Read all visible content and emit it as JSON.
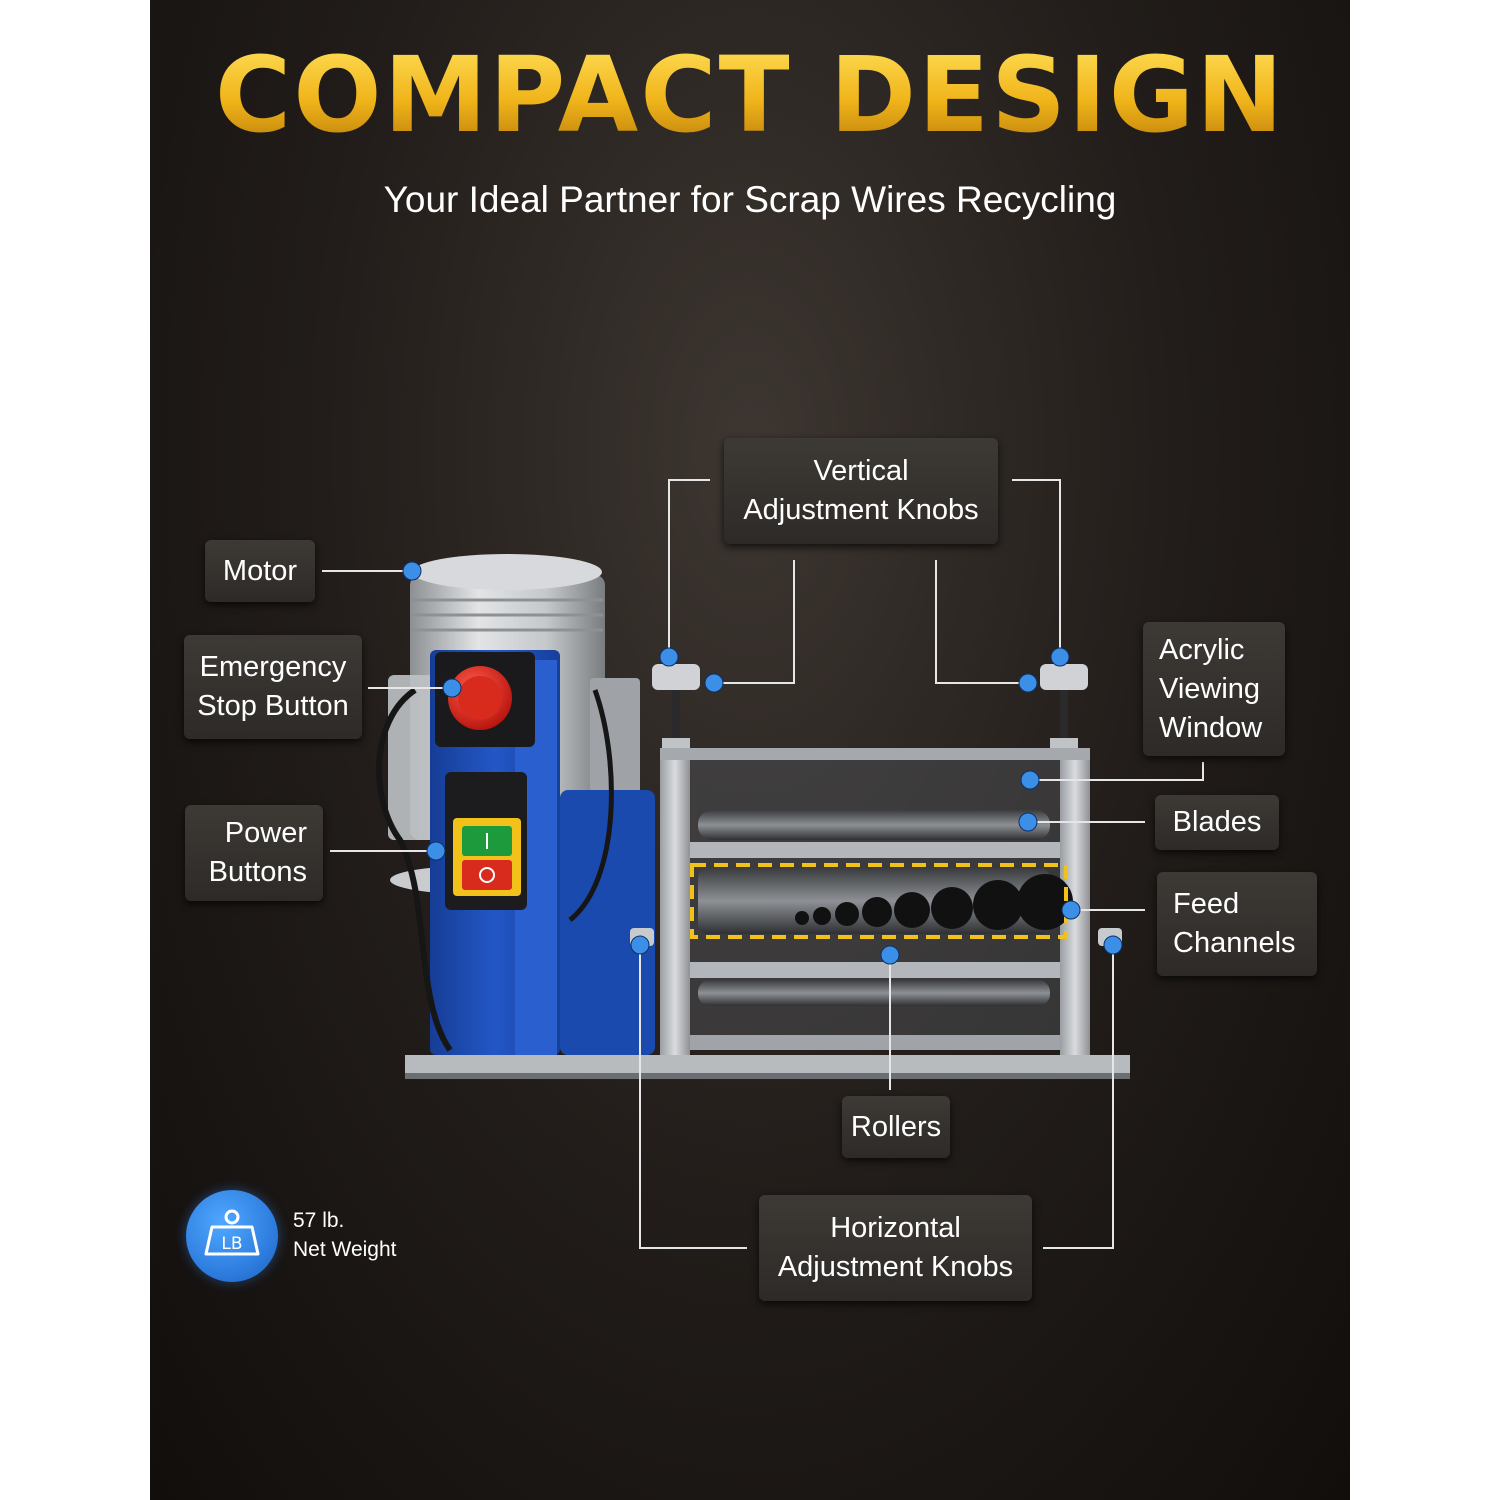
{
  "header": {
    "title": "COMPACT DESIGN",
    "subtitle": "Your Ideal Partner for Scrap Wires Recycling"
  },
  "callouts": {
    "vertical_knobs": "Vertical\nAdjustment Knobs",
    "motor": "Motor",
    "emergency_stop": "Emergency\nStop Button",
    "power_buttons": "Power\nButtons",
    "acrylic_window": "Acrylic\nViewing\nWindow",
    "blades": "Blades",
    "feed_channels": "Feed\nChannels",
    "rollers": "Rollers",
    "horizontal_knobs": "Horizontal\nAdjustment Knobs"
  },
  "weight": {
    "icon": "weight-icon",
    "icon_text": "LB",
    "value": "57 lb.",
    "caption": "Net Weight"
  },
  "colors": {
    "title_gold": "#f2b51b",
    "callout_dot": "#3b8fe6",
    "machine_blue": "#1e4fb8",
    "feed_highlight": "#f2c21b"
  }
}
